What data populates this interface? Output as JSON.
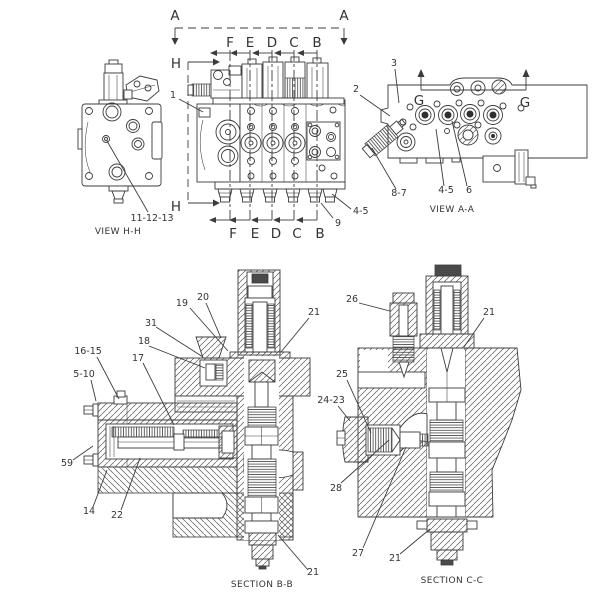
{
  "page": {
    "background": "#ffffff",
    "line_color": "#3b3b3b",
    "text_color": "#333333"
  },
  "views": {
    "view_hh": {
      "caption": "VIEW H-H",
      "callout_11_12_13": "11-12-13"
    },
    "top_view": {
      "letter_a_left": "A",
      "letter_a_right": "A",
      "letter_h_top": "H",
      "letter_h_bottom": "H",
      "letters_top": [
        "F",
        "E",
        "D",
        "C",
        "B"
      ],
      "letters_bottom": [
        "F",
        "E",
        "D",
        "C",
        "B"
      ],
      "callout_1": "1",
      "callout_4_5": "4-5",
      "callout_9": "9"
    },
    "view_aa": {
      "caption": "VIEW A-A",
      "letter_g_left": "G",
      "letter_g_right": "G",
      "callout_2": "2",
      "callout_3": "3",
      "callout_8_7": "8-7",
      "callout_4_5": "4-5",
      "callout_6": "6"
    },
    "section_bb": {
      "caption": "SECTION B-B",
      "callout_19": "19",
      "callout_20": "20",
      "callout_31": "31",
      "callout_18": "18",
      "callout_17": "17",
      "callout_16_15": "16-15",
      "callout_5_10": "5-10",
      "callout_21_right": "21",
      "callout_59": "59",
      "callout_14": "14",
      "callout_22": "22",
      "callout_21_bottom": "21"
    },
    "section_cc": {
      "caption": "SECTION C-C",
      "callout_26": "26",
      "callout_21_top": "21",
      "callout_25": "25",
      "callout_24_23": "24-23",
      "callout_28": "28",
      "callout_27": "27",
      "callout_21_bottom": "21"
    }
  }
}
